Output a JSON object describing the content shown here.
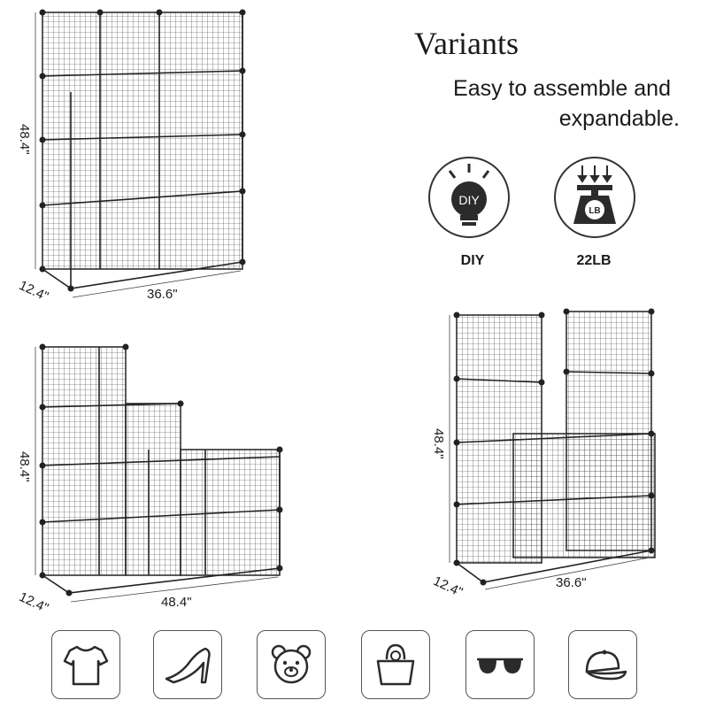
{
  "header": {
    "title": "Variants",
    "subtitle_line1": "Easy to assemble and",
    "subtitle_line2": "expandable."
  },
  "features": [
    {
      "icon": "diy-bulb-icon",
      "badge": "DIY",
      "label": "DIY"
    },
    {
      "icon": "weight-scale-icon",
      "badge": "LB",
      "label": "22LB"
    }
  ],
  "variants": [
    {
      "name": "3x4-grid",
      "height": "48.4\"",
      "depth": "12.4\"",
      "width": "36.6\""
    },
    {
      "name": "staircase",
      "height": "48.4\"",
      "depth": "12.4\"",
      "width": "48.4\""
    },
    {
      "name": "two-tower",
      "height": "48.4\"",
      "depth": "12.4\"",
      "width": "36.6\""
    }
  ],
  "uses": [
    {
      "icon": "tshirt-icon"
    },
    {
      "icon": "high-heel-icon"
    },
    {
      "icon": "teddy-bear-icon"
    },
    {
      "icon": "handbag-icon"
    },
    {
      "icon": "sunglasses-icon"
    },
    {
      "icon": "cap-icon"
    }
  ],
  "colors": {
    "ink": "#1a1a1a",
    "icon_fill": "#2b2b2b",
    "wire": "#222222"
  }
}
